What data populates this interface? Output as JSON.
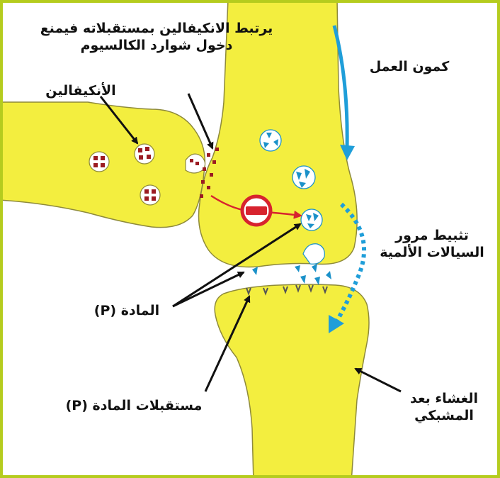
{
  "colors": {
    "neuron_fill": "#f3ee3f",
    "neuron_stroke": "#8e8a3a",
    "border": "#b5cc1e",
    "blue": "#1f9ed9",
    "red": "#d7232e",
    "enkephalin_dots": "#9b1b22",
    "substance_p": "#1b91c9"
  },
  "labels": {
    "enkephalin_binding": "يرتبط الانكيفالين بمستقبلاته فيمنع دخول شوارد الكالسيوم",
    "enkephalin": "الأنكيفالين",
    "action_potential": "كمون العمل",
    "pain_inhibition_line1": "تثبيط مرور",
    "pain_inhibition_line2": "السيالات الألمية",
    "substance_p": "المادة (P)",
    "substance_p_receptors": "مستقبلات المادة (P)",
    "postsynaptic_line1": "الغشاء بعد",
    "postsynaptic_line2": "المشبكي"
  },
  "icons": {
    "inhibition": "no-entry-icon",
    "arrows": "arrow-icon"
  }
}
